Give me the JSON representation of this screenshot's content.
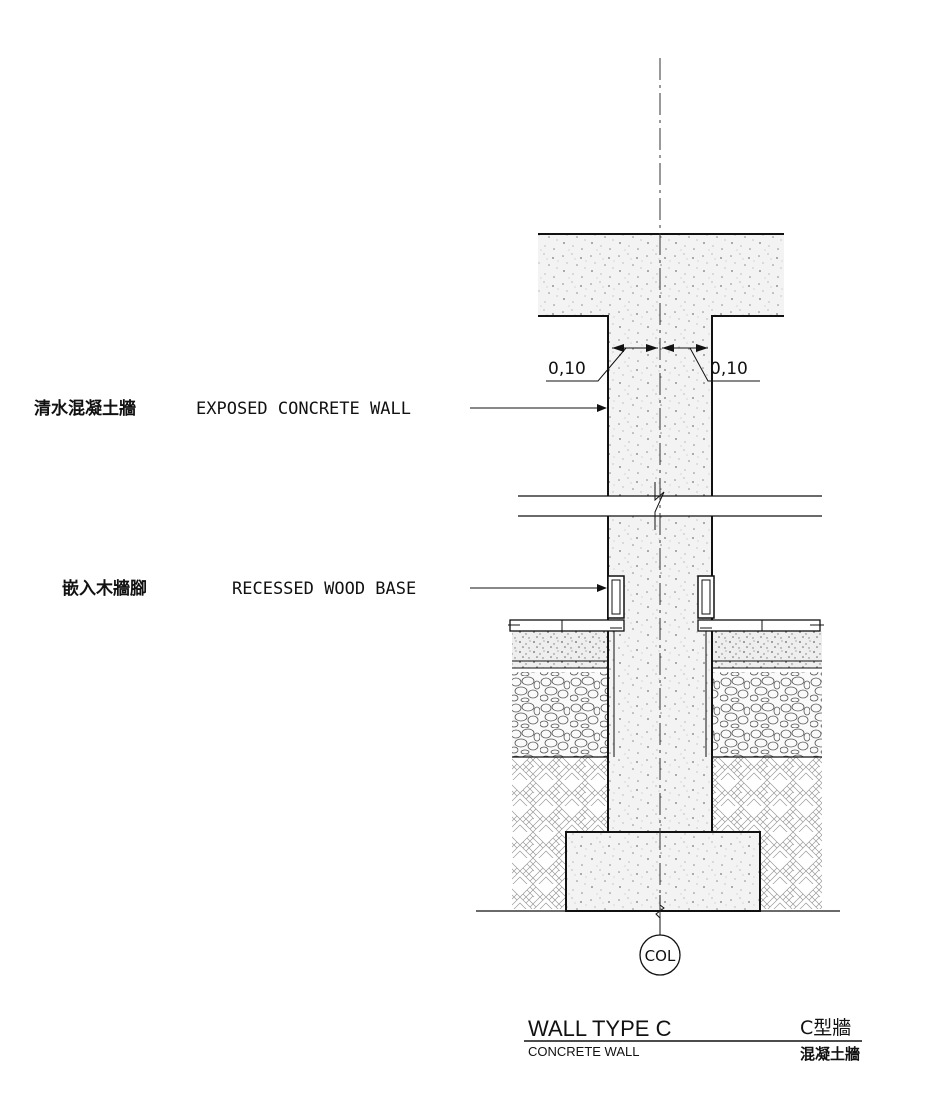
{
  "labels": {
    "exposed_wall_cn": "清水混凝土牆",
    "exposed_wall_en": "EXPOSED CONCRETE WALL",
    "wood_base_cn": "嵌入木牆腳",
    "wood_base_en": "RECESSED WOOD BASE"
  },
  "dimensions": {
    "left_offset": "0,10",
    "right_offset": "0,10"
  },
  "centerline_tag": "COL",
  "title_block": {
    "title": "WALL TYPE C",
    "subtitle": "CONCRETE WALL",
    "title_cn": "C型牆",
    "subtitle_cn": "混凝土牆"
  }
}
